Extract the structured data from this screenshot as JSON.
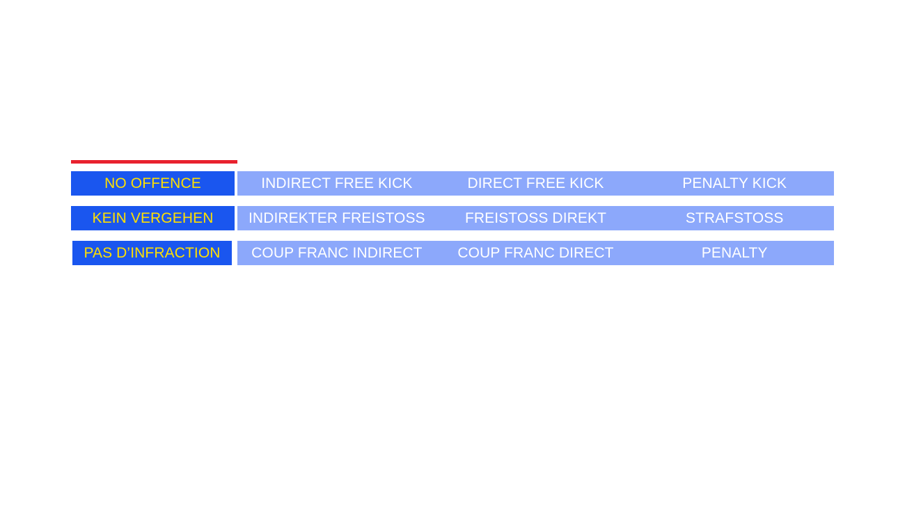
{
  "slide": {
    "background_color": "#FFFFFF",
    "accent_rule_color": "#E8212E",
    "primary_cell_color": "#1A56EF",
    "primary_text_color": "#FFE000",
    "secondary_cell_color": "#8CA8FB",
    "secondary_text_color": "#FFFFFF"
  },
  "table": {
    "rows": [
      {
        "language": "english",
        "primary": "NO OFFENCE",
        "secondary": [
          "INDIRECT FREE KICK",
          "DIRECT FREE KICK",
          "PENALTY KICK"
        ]
      },
      {
        "language": "german",
        "primary": "KEIN VERGEHEN",
        "secondary": [
          "INDIREKTER FREISTOSS",
          "FREISTOSS DIREKT",
          "STRAFSTOSS"
        ]
      },
      {
        "language": "french",
        "primary": "PAS D’INFRACTION",
        "secondary": [
          "COUP FRANC INDIRECT",
          "COUP FRANC DIRECT",
          "PENALTY"
        ]
      }
    ]
  }
}
